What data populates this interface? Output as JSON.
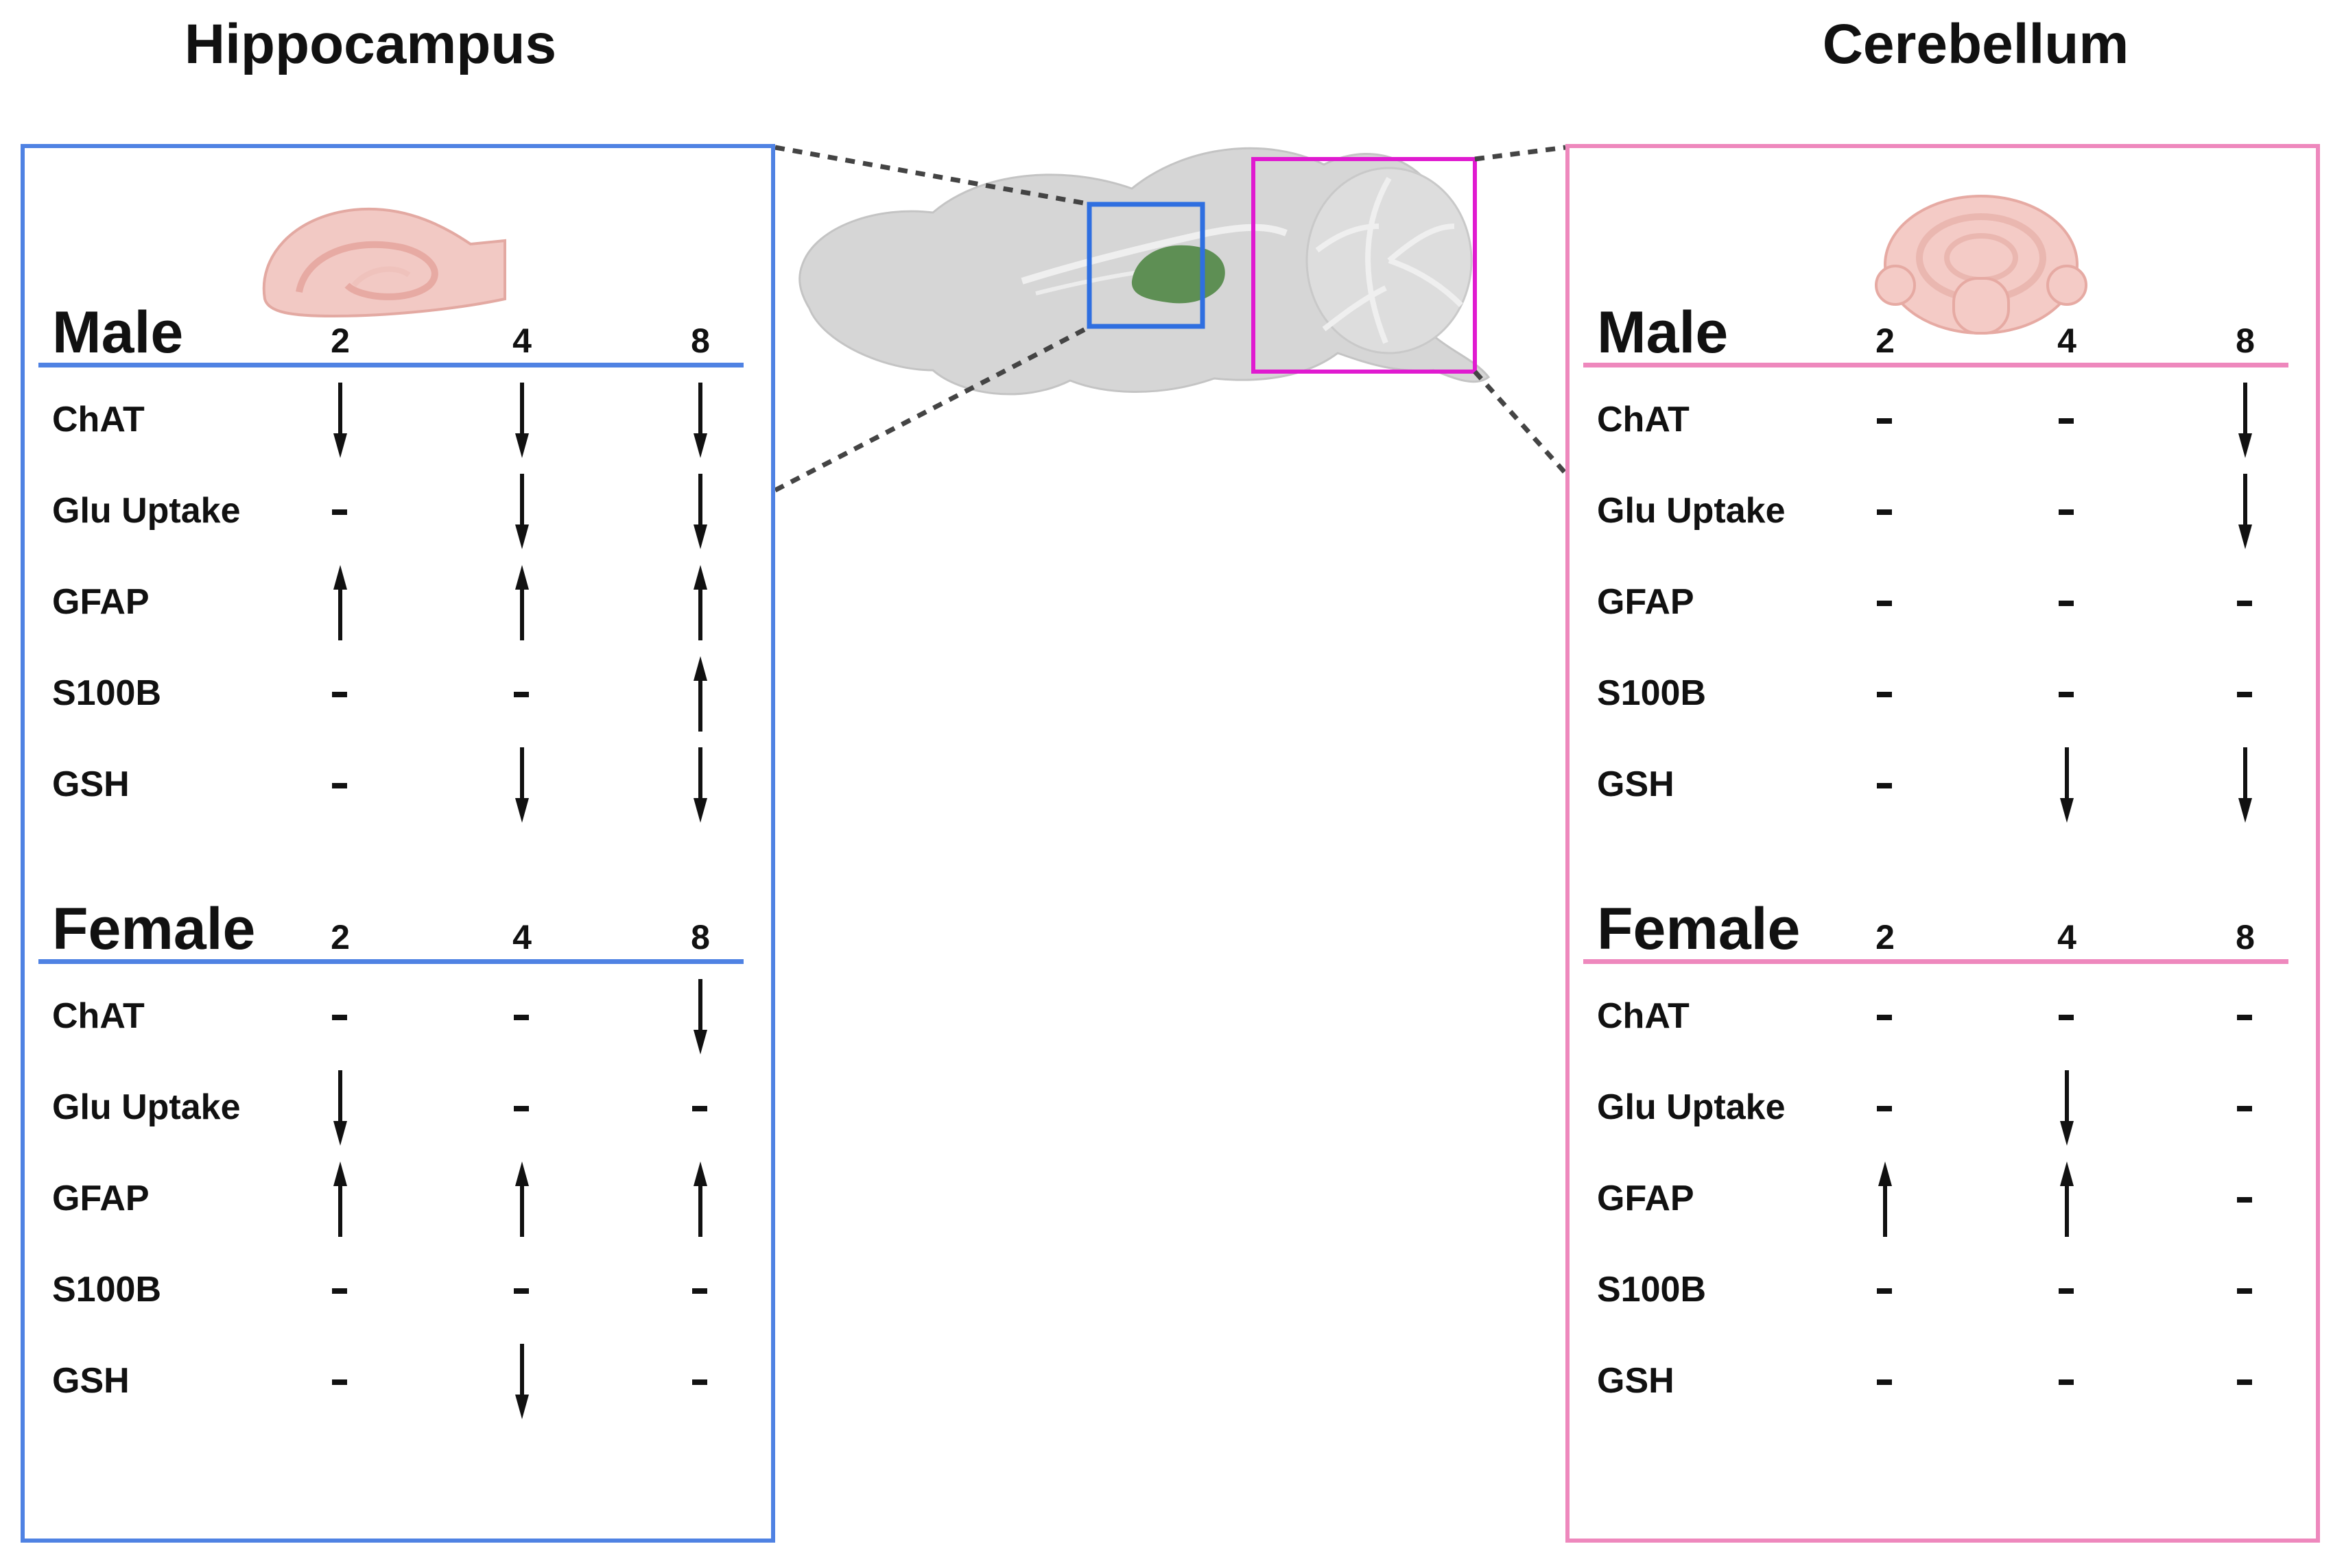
{
  "regions": [
    {
      "id": "hippo",
      "title": "Hippocampus",
      "color": "#4f82e3",
      "sexes": [
        {
          "label": "Male",
          "weeks": [
            "2",
            "4",
            "8"
          ],
          "rows": [
            {
              "marker": "ChAT",
              "changes": [
                "down",
                "down",
                "down"
              ]
            },
            {
              "marker": "Glu Uptake",
              "changes": [
                "none",
                "down",
                "down"
              ]
            },
            {
              "marker": "GFAP",
              "changes": [
                "up",
                "up",
                "up"
              ]
            },
            {
              "marker": "S100B",
              "changes": [
                "none",
                "none",
                "up"
              ]
            },
            {
              "marker": "GSH",
              "changes": [
                "none",
                "down",
                "down"
              ]
            }
          ]
        },
        {
          "label": "Female",
          "weeks": [
            "2",
            "4",
            "8"
          ],
          "rows": [
            {
              "marker": "ChAT",
              "changes": [
                "none",
                "none",
                "down"
              ]
            },
            {
              "marker": "Glu Uptake",
              "changes": [
                "down",
                "none",
                "none"
              ]
            },
            {
              "marker": "GFAP",
              "changes": [
                "up",
                "up",
                "up"
              ]
            },
            {
              "marker": "S100B",
              "changes": [
                "none",
                "none",
                "none"
              ]
            },
            {
              "marker": "GSH",
              "changes": [
                "none",
                "down",
                "none"
              ]
            }
          ]
        }
      ]
    },
    {
      "id": "cereb",
      "title": "Cerebellum",
      "color": "#ee88bd",
      "sexes": [
        {
          "label": "Male",
          "weeks": [
            "2",
            "4",
            "8"
          ],
          "rows": [
            {
              "marker": "ChAT",
              "changes": [
                "none",
                "none",
                "down"
              ]
            },
            {
              "marker": "Glu Uptake",
              "changes": [
                "none",
                "none",
                "down"
              ]
            },
            {
              "marker": "GFAP",
              "changes": [
                "none",
                "none",
                "none"
              ]
            },
            {
              "marker": "S100B",
              "changes": [
                "none",
                "none",
                "none"
              ]
            },
            {
              "marker": "GSH",
              "changes": [
                "none",
                "down",
                "down"
              ]
            }
          ]
        },
        {
          "label": "Female",
          "weeks": [
            "2",
            "4",
            "8"
          ],
          "rows": [
            {
              "marker": "ChAT",
              "changes": [
                "none",
                "none",
                "none"
              ]
            },
            {
              "marker": "Glu Uptake",
              "changes": [
                "none",
                "down",
                "none"
              ]
            },
            {
              "marker": "GFAP",
              "changes": [
                "up",
                "up",
                "none"
              ]
            },
            {
              "marker": "S100B",
              "changes": [
                "none",
                "none",
                "none"
              ]
            },
            {
              "marker": "GSH",
              "changes": [
                "none",
                "none",
                "none"
              ]
            }
          ]
        }
      ]
    }
  ],
  "brain_colors": {
    "tissue": "#d6d6d6",
    "hippocampus_highlight": "#5e8f54",
    "connector": "#444444"
  }
}
